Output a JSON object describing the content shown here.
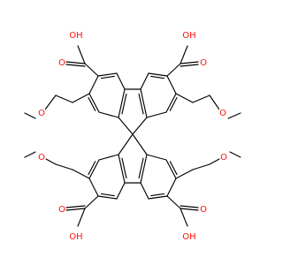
{
  "molecule": {
    "atom_colors": {
      "C": "#000000",
      "O": "#ff0d0d"
    },
    "hydroxyl_label": "OH",
    "oxygen_label": "O",
    "hydroxyl_count": 4,
    "methoxy_oxygen_count": 4,
    "carbonyl_oxygen_count": 4
  }
}
